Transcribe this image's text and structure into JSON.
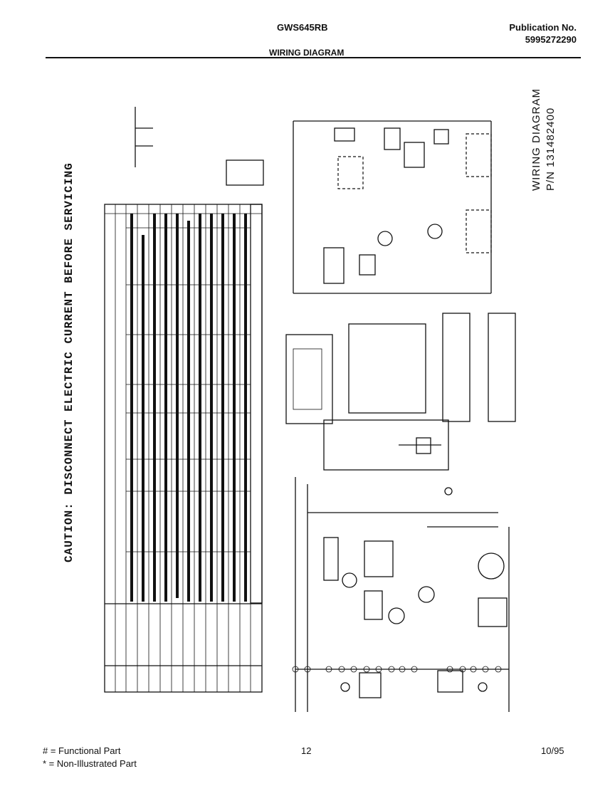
{
  "header": {
    "model": "GWS645RB",
    "publication_label": "Publication No.",
    "publication_number": "5995272290",
    "section_title": "WIRING DIAGRAM"
  },
  "caution": "CAUTION: DISCONNECT ELECTRIC CURRENT BEFORE SERVICING",
  "diagram": {
    "title": "WIRING DIAGRAM",
    "part_number": "P/N 131482400"
  },
  "footer": {
    "functional_part": "# = Functional Part",
    "non_illustrated_part": "* = Non-Illustrated Part",
    "page": "12",
    "date": "10/95"
  }
}
